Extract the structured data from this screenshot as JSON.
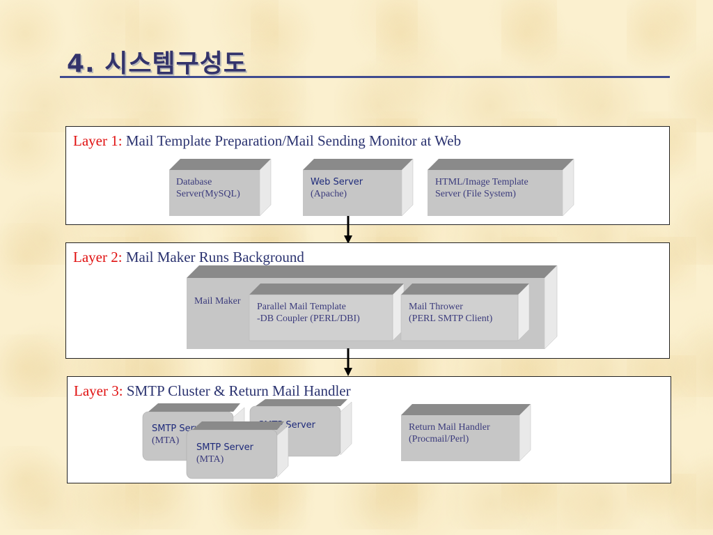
{
  "title": "4. 시스템구성도",
  "layer1": {
    "num": "Layer 1",
    "colon": ":",
    "desc": " Mail Template Preparation/Mail Sending Monitor at Web",
    "boxes": {
      "db": {
        "line1": "Database",
        "line2": "Server(MySQL)"
      },
      "web": {
        "line1": "Web Server",
        "line2": "(Apache)"
      },
      "html": {
        "line1": "HTML/Image Template",
        "line2": "Server (File System)"
      }
    }
  },
  "layer2": {
    "num": "Layer 2",
    "colon": ":",
    "desc": " Mail Maker Runs Background",
    "mail_maker": "Mail Maker",
    "boxes": {
      "parallel": {
        "line1": "Parallel Mail Template",
        "line2": "-DB Coupler (PERL/DBI)"
      },
      "thrower": {
        "line1": "Mail Thrower",
        "line2": "(PERL SMTP Client)"
      }
    }
  },
  "layer3": {
    "num": "Layer 3",
    "colon": ":",
    "desc": " SMTP Cluster & Return Mail Handler",
    "boxes": {
      "smtp_back": {
        "line1": "SMTP Server"
      },
      "smtp_left": {
        "line1": "SMTP Server",
        "line2": "(MTA)"
      },
      "smtp_front": {
        "line1": "SMTP Server",
        "line2": "(MTA)"
      },
      "return": {
        "line1": "Return Mail Handler",
        "line2": "(Procmail/Perl)"
      }
    }
  },
  "colors": {
    "box_front": "#c6c6c6",
    "box_top": "#8a8a8a",
    "box_side": "#e9e9e9",
    "title": "#33336b",
    "label_red": "#e01010",
    "label_blue": "#2b3370"
  }
}
